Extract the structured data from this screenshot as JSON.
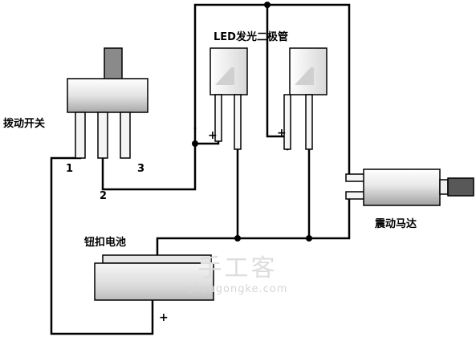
{
  "labels": {
    "led_title": "LED发光二极管",
    "switch": "拨动开关",
    "battery": "钮扣电池",
    "motor": "震动马达",
    "pin1": "1",
    "pin2": "2",
    "pin3": "3",
    "plus": "+"
  },
  "watermark": {
    "cn": "手工客",
    "en": "shougongke.com"
  },
  "colors": {
    "wire": "#000000",
    "body_light": "#f2f2f2",
    "body_grey": "#c8c8c8",
    "switch_knob": "#888888",
    "motor_shaft": "#555555",
    "background": "#ffffff"
  }
}
